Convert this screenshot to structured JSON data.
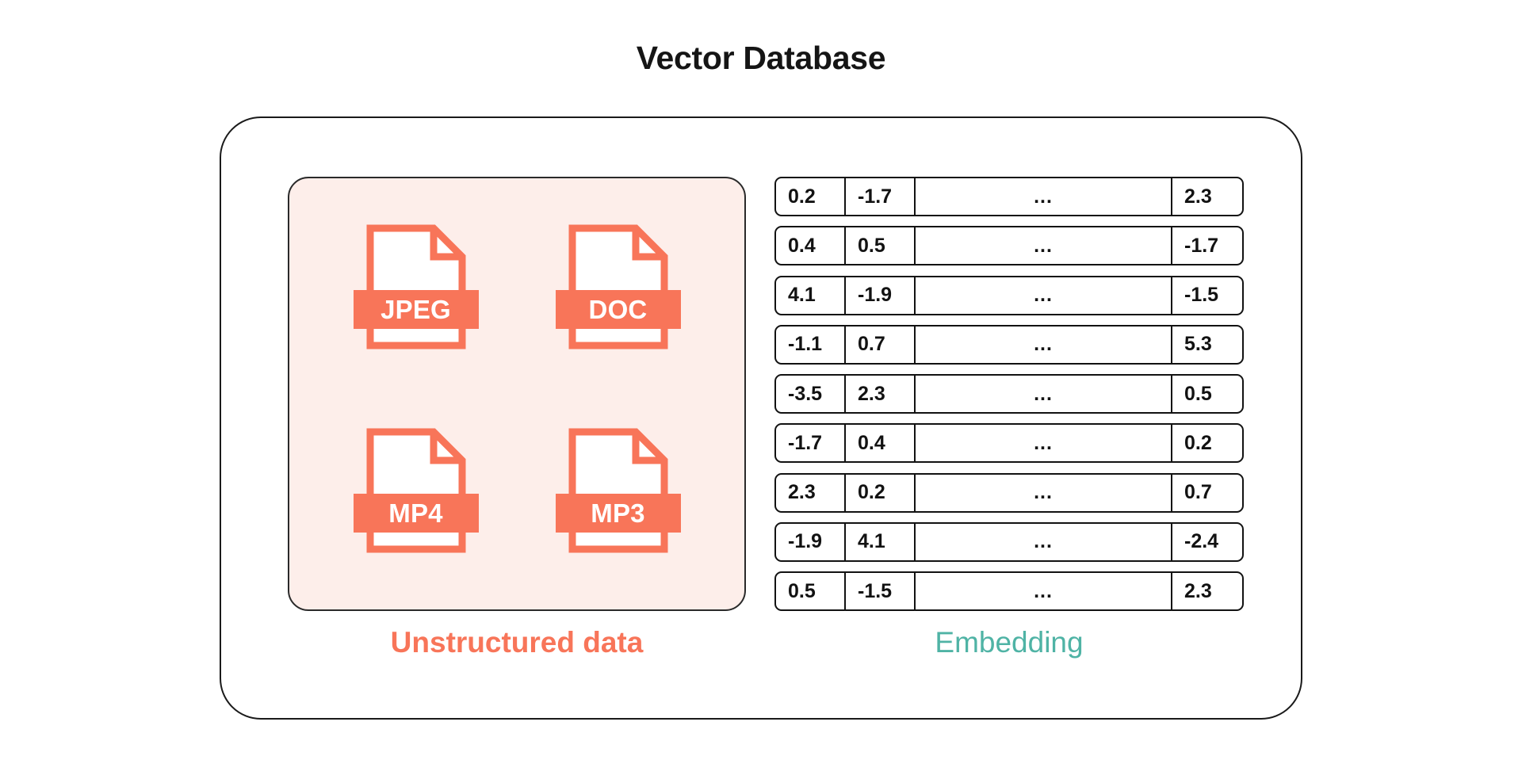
{
  "title": "Vector Database",
  "unstructured": {
    "caption": "Unstructured data",
    "caption_color": "#f87559",
    "panel_background": "#fdeeea",
    "files": [
      {
        "ext": "JPEG",
        "icon": "file-document-icon"
      },
      {
        "ext": "DOC",
        "icon": "file-document-icon"
      },
      {
        "ext": "MP4",
        "icon": "file-document-icon"
      },
      {
        "ext": "MP3",
        "icon": "file-document-icon"
      }
    ]
  },
  "embedding": {
    "caption": "Embedding",
    "caption_color": "#4fb3a5",
    "ellipsis": "...",
    "rows": [
      {
        "c0": "0.2",
        "c1": "-1.7",
        "mid": "...",
        "clast": "2.3"
      },
      {
        "c0": "0.4",
        "c1": "0.5",
        "mid": "...",
        "clast": "-1.7"
      },
      {
        "c0": "4.1",
        "c1": "-1.9",
        "mid": "...",
        "clast": "-1.5"
      },
      {
        "c0": "-1.1",
        "c1": "0.7",
        "mid": "...",
        "clast": "5.3"
      },
      {
        "c0": "-3.5",
        "c1": "2.3",
        "mid": "...",
        "clast": "0.5"
      },
      {
        "c0": "-1.7",
        "c1": "0.4",
        "mid": "...",
        "clast": "0.2"
      },
      {
        "c0": "2.3",
        "c1": "0.2",
        "mid": "...",
        "clast": "0.7"
      },
      {
        "c0": "-1.9",
        "c1": "4.1",
        "mid": "...",
        "clast": "-2.4"
      },
      {
        "c0": "0.5",
        "c1": "-1.5",
        "mid": "...",
        "clast": "2.3"
      }
    ]
  },
  "colors": {
    "accent_orange": "#f87559",
    "accent_teal": "#4fb3a5",
    "outline": "#1a1a1a",
    "panel_pink": "#fdeeea"
  }
}
